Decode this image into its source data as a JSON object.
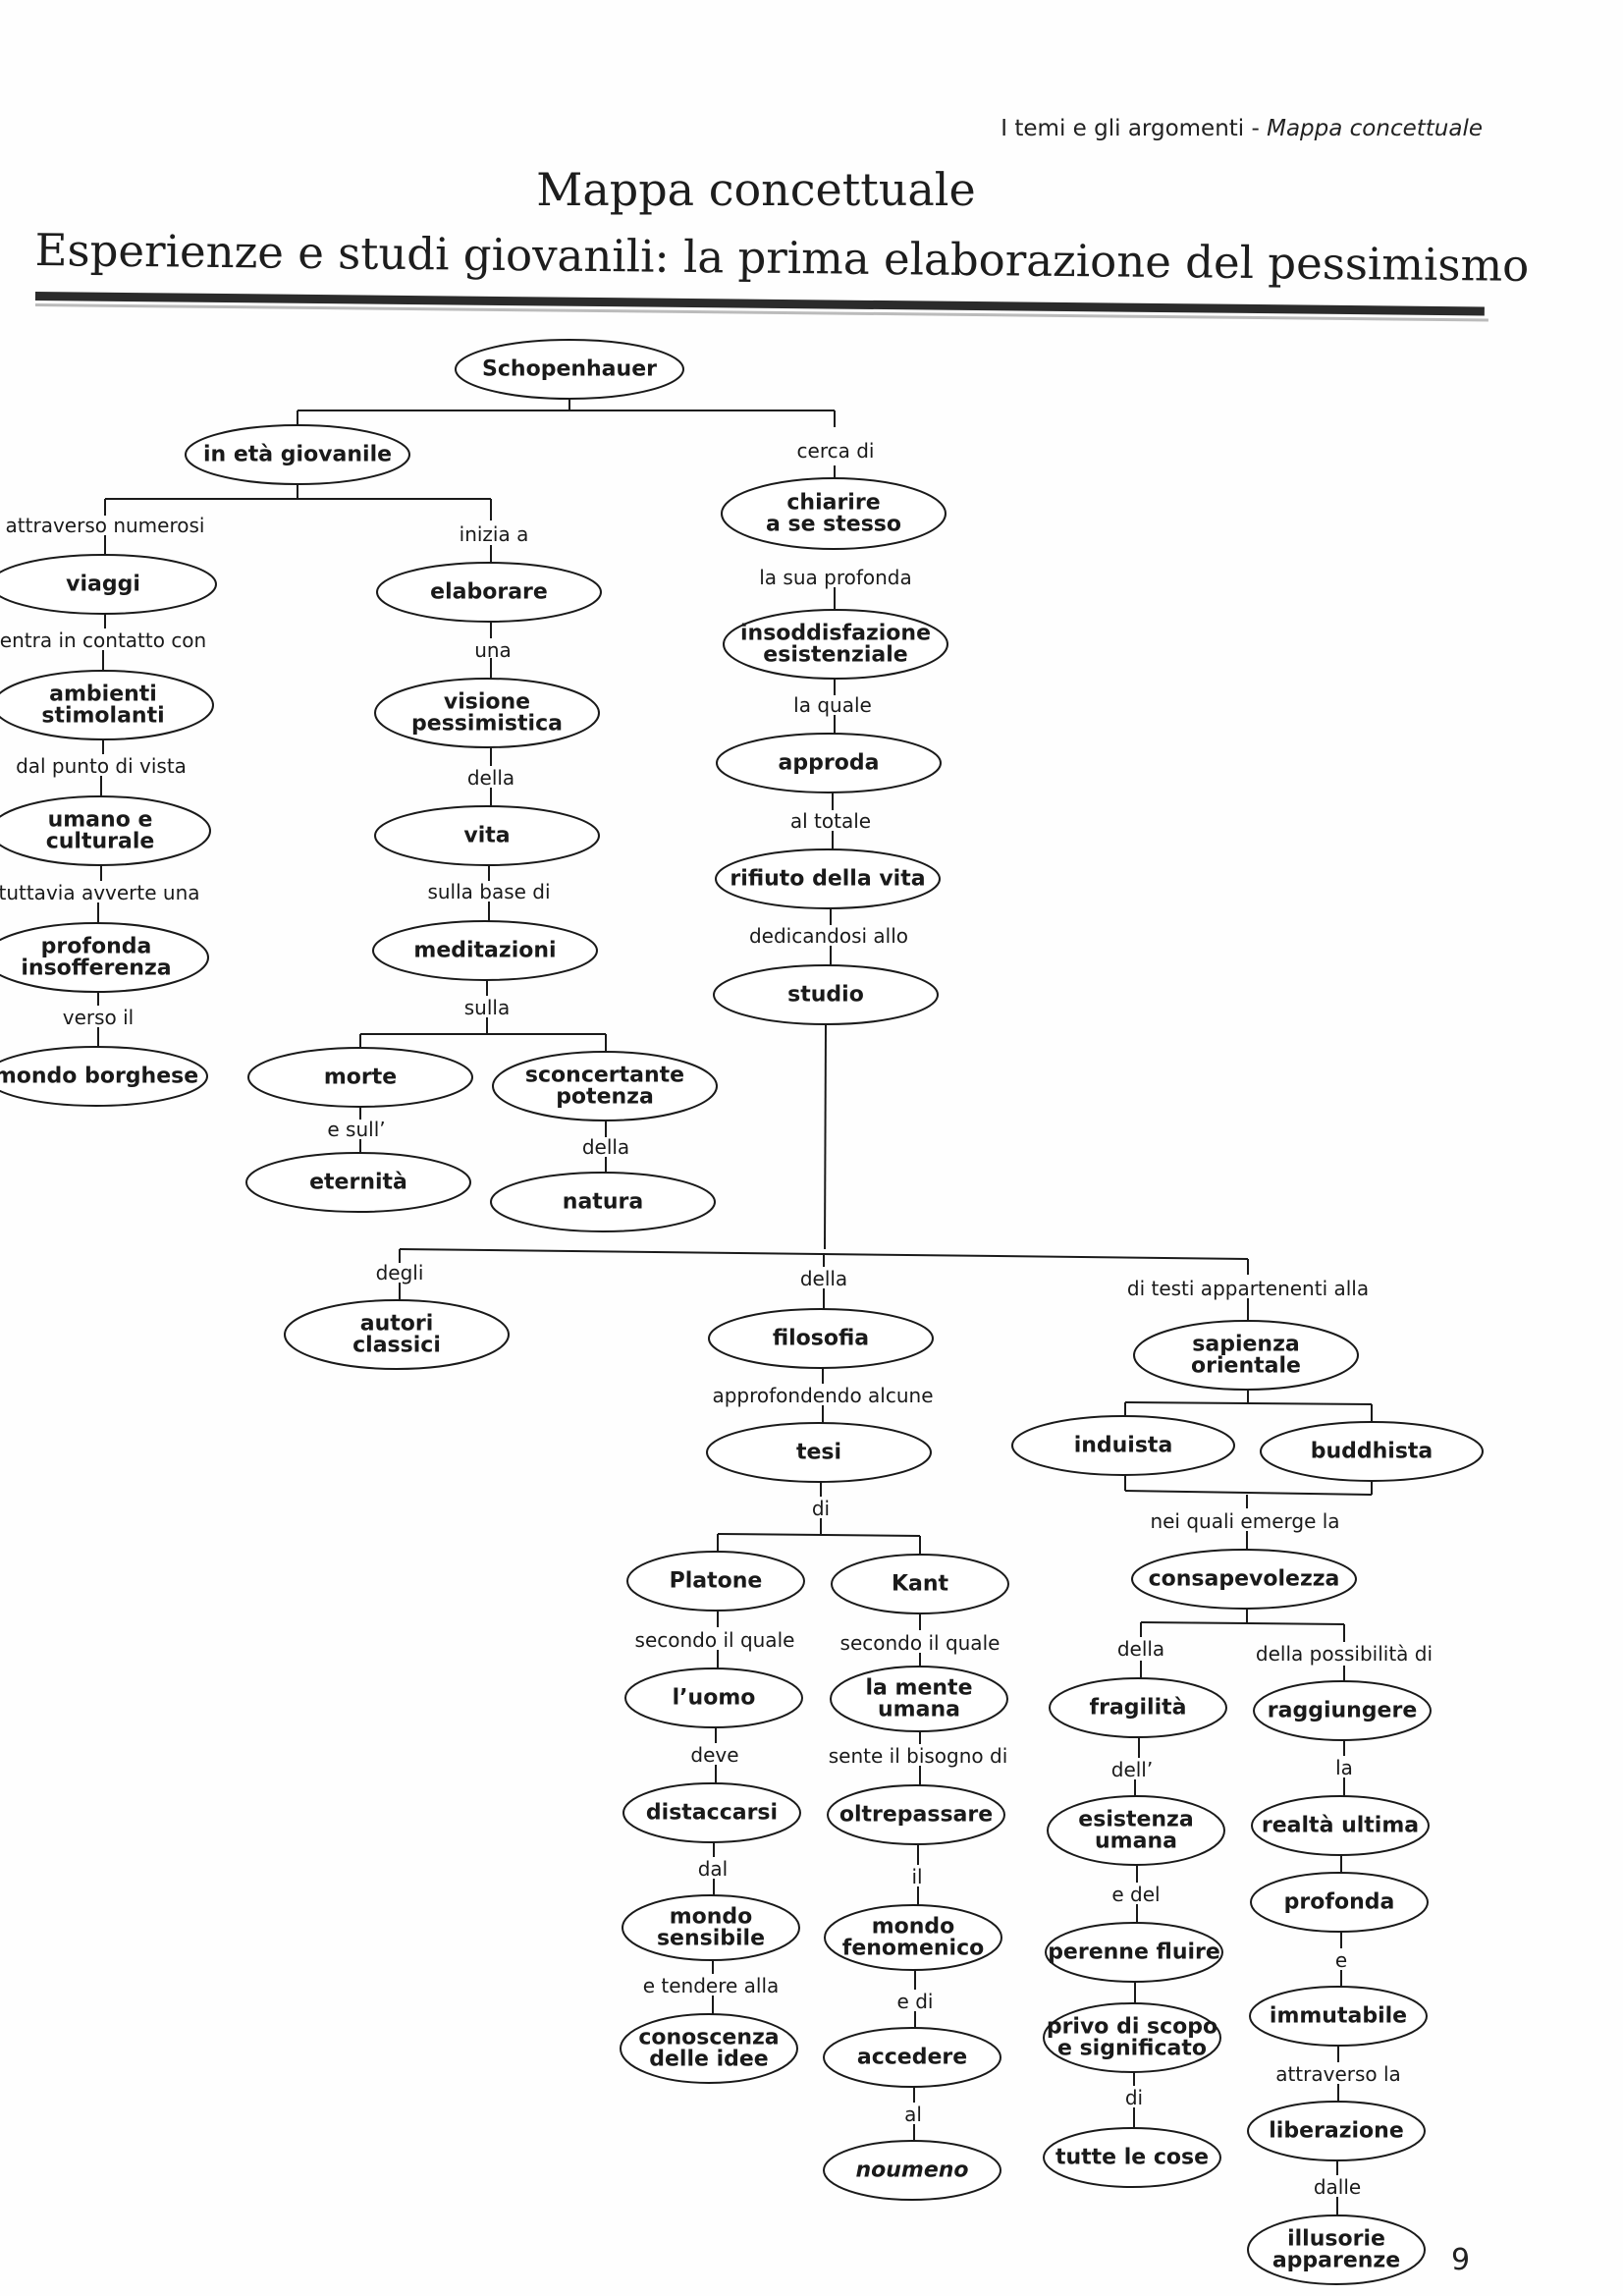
{
  "header": {
    "section": "I temi e gli argomenti - ",
    "section_italic": "Mappa concettuale"
  },
  "title": "Mappa concettuale",
  "subtitle": "Esperienze e studi giovanili: la prima elaborazione del pessimismo",
  "page_number": "9",
  "nodes": [
    {
      "id": "schop",
      "text": [
        "Schopenhauer"
      ]
    },
    {
      "id": "giov",
      "text": [
        "in età giovanile"
      ]
    },
    {
      "id": "chiarire",
      "text": [
        "chiarire",
        "a se stesso"
      ]
    },
    {
      "id": "viaggi",
      "text": [
        "viaggi"
      ]
    },
    {
      "id": "elaborare",
      "text": [
        "elaborare"
      ]
    },
    {
      "id": "insodd",
      "text": [
        "insoddisfazione",
        "esistenziale"
      ]
    },
    {
      "id": "ambienti",
      "text": [
        "ambienti",
        "stimolanti"
      ]
    },
    {
      "id": "visione",
      "text": [
        "visione",
        "pessimistica"
      ]
    },
    {
      "id": "approda",
      "text": [
        "approda"
      ]
    },
    {
      "id": "umano",
      "text": [
        "umano e",
        "culturale"
      ]
    },
    {
      "id": "vita",
      "text": [
        "vita"
      ]
    },
    {
      "id": "rifiuto",
      "text": [
        "rifiuto della vita"
      ]
    },
    {
      "id": "insoff",
      "text": [
        "profonda",
        "insofferenza"
      ]
    },
    {
      "id": "medit",
      "text": [
        "meditazioni"
      ]
    },
    {
      "id": "studio",
      "text": [
        "studio"
      ]
    },
    {
      "id": "borghese",
      "text": [
        "mondo borghese"
      ]
    },
    {
      "id": "morte",
      "text": [
        "morte"
      ]
    },
    {
      "id": "sconc",
      "text": [
        "sconcertante",
        "potenza"
      ]
    },
    {
      "id": "eternita",
      "text": [
        "eternità"
      ]
    },
    {
      "id": "natura",
      "text": [
        "natura"
      ]
    },
    {
      "id": "autori",
      "text": [
        "autori",
        "classici"
      ]
    },
    {
      "id": "filosofia",
      "text": [
        "filosofia"
      ]
    },
    {
      "id": "sapienza",
      "text": [
        "sapienza",
        "orientale"
      ]
    },
    {
      "id": "tesi",
      "text": [
        "tesi"
      ]
    },
    {
      "id": "induista",
      "text": [
        "induista"
      ]
    },
    {
      "id": "buddhista",
      "text": [
        "buddhista"
      ]
    },
    {
      "id": "platone",
      "text": [
        "Platone"
      ]
    },
    {
      "id": "kant",
      "text": [
        "Kant"
      ]
    },
    {
      "id": "consap",
      "text": [
        "consapevolezza"
      ]
    },
    {
      "id": "uomo",
      "text": [
        "l’uomo"
      ]
    },
    {
      "id": "mente",
      "text": [
        "la mente",
        "umana"
      ]
    },
    {
      "id": "fragilita",
      "text": [
        "fragilità"
      ]
    },
    {
      "id": "raggiungere",
      "text": [
        "raggiungere"
      ]
    },
    {
      "id": "distaccarsi",
      "text": [
        "distaccarsi"
      ]
    },
    {
      "id": "oltrepassare",
      "text": [
        "oltrepassare"
      ]
    },
    {
      "id": "esistenza",
      "text": [
        "esistenza",
        "umana"
      ]
    },
    {
      "id": "realta",
      "text": [
        "realtà ultima"
      ]
    },
    {
      "id": "sensibile",
      "text": [
        "mondo",
        "sensibile"
      ]
    },
    {
      "id": "fenomenico",
      "text": [
        "mondo",
        "fenomenico"
      ]
    },
    {
      "id": "perenne",
      "text": [
        "perenne fluire"
      ]
    },
    {
      "id": "profonda",
      "text": [
        "profonda"
      ]
    },
    {
      "id": "conoscenza",
      "text": [
        "conoscenza",
        "delle idee"
      ]
    },
    {
      "id": "accedere",
      "text": [
        "accedere"
      ]
    },
    {
      "id": "privo",
      "text": [
        "privo di scopo",
        "e significato"
      ]
    },
    {
      "id": "immutabile",
      "text": [
        "immutabile"
      ]
    },
    {
      "id": "noumeno",
      "text": [
        "noumeno"
      ],
      "italic": true
    },
    {
      "id": "tutte",
      "text": [
        "tutte le cose"
      ]
    },
    {
      "id": "liberazione",
      "text": [
        "liberazione"
      ]
    },
    {
      "id": "illusorie",
      "text": [
        "illusorie",
        "apparenze"
      ]
    }
  ],
  "labels": [
    {
      "id": "l-cerca",
      "text": "cerca di"
    },
    {
      "id": "l-attraverso",
      "text": "attraverso numerosi"
    },
    {
      "id": "l-inizia",
      "text": "inizia a"
    },
    {
      "id": "l-profonda",
      "text": "la sua profonda"
    },
    {
      "id": "l-entra",
      "text": "entra in contatto con"
    },
    {
      "id": "l-una",
      "text": "una"
    },
    {
      "id": "l-laquale",
      "text": "la quale"
    },
    {
      "id": "l-punto",
      "text": "dal punto di vista"
    },
    {
      "id": "l-della1",
      "text": "della"
    },
    {
      "id": "l-totale",
      "text": "al totale"
    },
    {
      "id": "l-tuttavia",
      "text": "tuttavia avverte una"
    },
    {
      "id": "l-sullabase",
      "text": "sulla base di"
    },
    {
      "id": "l-dedicandosi",
      "text": "dedicandosi allo"
    },
    {
      "id": "l-verso",
      "text": "verso il"
    },
    {
      "id": "l-sulla",
      "text": "sulla"
    },
    {
      "id": "l-esull",
      "text": "e sull’"
    },
    {
      "id": "l-della2",
      "text": "della"
    },
    {
      "id": "l-degli",
      "text": "degli"
    },
    {
      "id": "l-della3",
      "text": "della"
    },
    {
      "id": "l-testi",
      "text": "di testi appartenenti alla"
    },
    {
      "id": "l-approf",
      "text": "approfondendo alcune"
    },
    {
      "id": "l-di1",
      "text": "di"
    },
    {
      "id": "l-neiquali",
      "text": "nei quali emerge la"
    },
    {
      "id": "l-secondo1",
      "text": "secondo il quale"
    },
    {
      "id": "l-secondo2",
      "text": "secondo il quale"
    },
    {
      "id": "l-della4",
      "text": "della"
    },
    {
      "id": "l-possib",
      "text": "della possibilità di"
    },
    {
      "id": "l-deve",
      "text": "deve"
    },
    {
      "id": "l-sente",
      "text": "sente il bisogno di"
    },
    {
      "id": "l-dell",
      "text": "dell’"
    },
    {
      "id": "l-la",
      "text": "la"
    },
    {
      "id": "l-dal",
      "text": "dal"
    },
    {
      "id": "l-il",
      "text": "il"
    },
    {
      "id": "l-edel",
      "text": "e del"
    },
    {
      "id": "l-e",
      "text": "e"
    },
    {
      "id": "l-tendere",
      "text": "e tendere alla"
    },
    {
      "id": "l-edi",
      "text": "e di"
    },
    {
      "id": "l-attraversola",
      "text": "attraverso la"
    },
    {
      "id": "l-al",
      "text": "al"
    },
    {
      "id": "l-di2",
      "text": "di"
    },
    {
      "id": "l-dalle",
      "text": "dalle"
    }
  ]
}
